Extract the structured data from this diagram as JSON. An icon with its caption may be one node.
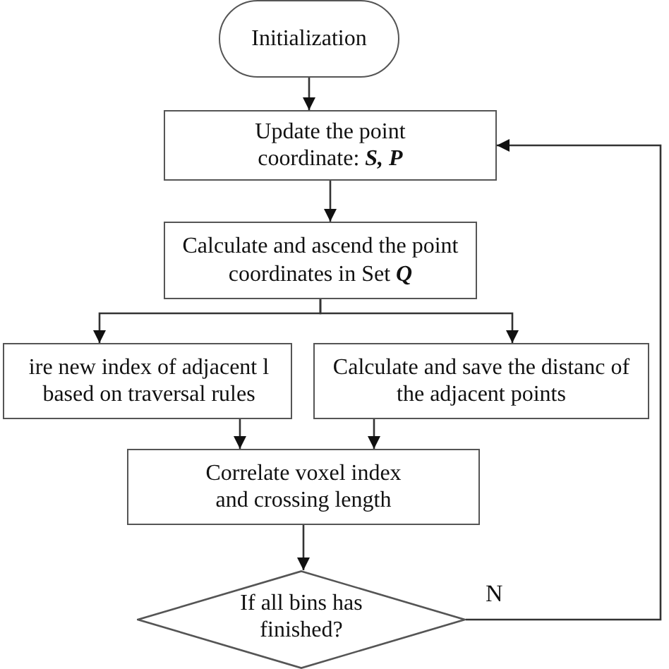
{
  "diagram": {
    "nodes": [
      {
        "text": [
          "Initialization"
        ]
      },
      {
        "text": [
          "Update the point coordinate: **S, P**"
        ]
      },
      {
        "text": [
          "Calculate and ascend the point coordinates in Set **Q**"
        ]
      },
      {
        "text": [
          "ire new index of adjacent l based on traversal rules"
        ]
      },
      {
        "text": [
          "Calculate and save the distanc of the adjacent points"
        ]
      },
      {
        "text": [
          "Correlate voxel index and crossing length"
        ]
      },
      {
        "text": [
          "If all bins has finished?"
        ]
      }
    ],
    "edges": [
      {
        "from": 0,
        "to": 1,
        "arrow": "to"
      },
      {
        "from": 1,
        "to": 2,
        "arrow": "to"
      },
      {
        "from": 2,
        "to": 3,
        "arrow": "to"
      },
      {
        "from": 2,
        "to": 4,
        "arrow": "to"
      },
      {
        "from": 3,
        "to": 5,
        "arrow": "to"
      },
      {
        "from": 4,
        "to": 5,
        "arrow": "to"
      },
      {
        "from": 5,
        "to": 6,
        "arrow": "to"
      },
      {
        "from": 6,
        "to": 1,
        "arrow": "to",
        "label": "N"
      }
    ]
  }
}
